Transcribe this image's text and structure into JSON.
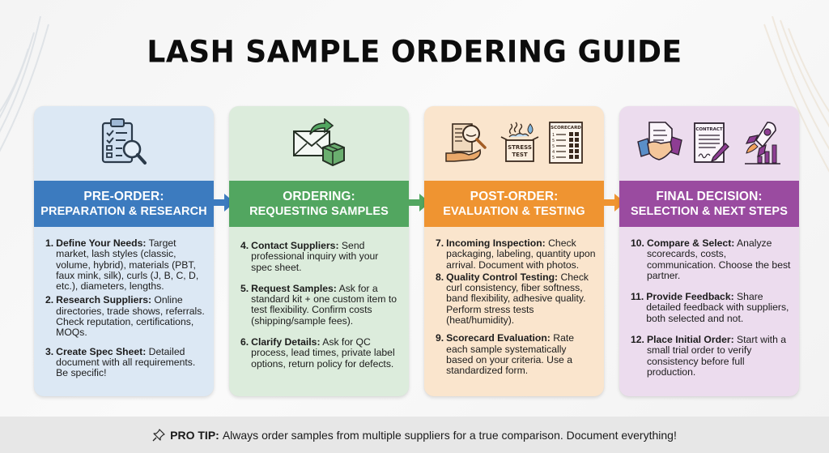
{
  "title": "LASH SAMPLE ORDERING GUIDE",
  "colors": {
    "pre_order": "#3c7bbf",
    "ordering": "#52a660",
    "post_order": "#ef9431",
    "final_decision": "#9a4ba0"
  },
  "stages": [
    {
      "heading_line1": "PRE-ORDER:",
      "heading_line2": "PREPARATION & RESEARCH",
      "icons": [
        "clipboard-checklist-magnifier-icon"
      ],
      "steps": [
        {
          "num": "1.",
          "label": "Define Your Needs:",
          "text": "Target market, lash styles (classic, volume, hybrid), materials (PBT, faux mink, silk), curls (J, B, C, D, etc.), diameters, lengths."
        },
        {
          "num": "2.",
          "label": "Research Suppliers:",
          "text": "Online directories, trade shows, referrals. Check reputation, certifications, MOQs."
        },
        {
          "num": "3.",
          "label": "Create Spec Sheet:",
          "text": "Detailed document with all requirements. Be specific!"
        }
      ]
    },
    {
      "heading_line1": "ORDERING:",
      "heading_line2": "REQUESTING SAMPLES",
      "icons": [
        "envelope-package-send-icon"
      ],
      "steps": [
        {
          "num": "4.",
          "label": "Contact Suppliers:",
          "text": "Send professional inquiry with your spec sheet."
        },
        {
          "num": "5.",
          "label": "Request Samples:",
          "text": "Ask for a standard kit + one custom item to test flexibility. Confirm costs (shipping/sample fees)."
        },
        {
          "num": "6.",
          "label": "Clarify Details:",
          "text": "Ask for QC process, lead times, private label options, return policy for defects."
        }
      ]
    },
    {
      "heading_line1": "POST-ORDER:",
      "heading_line2": "EVALUATION & TESTING",
      "icons": [
        "inspection-magnifier-icon",
        "stress-test-box-icon",
        "scorecard-icon"
      ],
      "icon_labels": {
        "stress_test_line1": "STRESS",
        "stress_test_line2": "TEST",
        "scorecard": "SCORECARD",
        "scorecard_rows": [
          "1",
          "5",
          "5",
          "4",
          "5"
        ]
      },
      "steps": [
        {
          "num": "7.",
          "label": "Incoming Inspection:",
          "text": "Check packaging, labeling, quantity upon arrival. Document with photos."
        },
        {
          "num": "8.",
          "label": "Quality Control Testing:",
          "text": "Check curl consistency, fiber softness, band flexibility, adhesive quality. Perform stress tests (heat/humidity)."
        },
        {
          "num": "9.",
          "label": "Scorecard Evaluation:",
          "text": "Rate each sample systematically based on your criteria. Use a standardized form."
        }
      ]
    },
    {
      "heading_line1": "FINAL DECISION:",
      "heading_line2": "SELECTION & NEXT STEPS",
      "icons": [
        "handshake-document-icon",
        "contract-signing-icon",
        "rocket-growth-icon"
      ],
      "icon_labels": {
        "contract": "CONTRACT"
      },
      "steps": [
        {
          "num": "10.",
          "label": "Compare & Select:",
          "text": "Analyze scorecards, costs, communication. Choose the best partner."
        },
        {
          "num": "11.",
          "label": "Provide Feedback:",
          "text": "Share detailed feedback with suppliers, both selected and not."
        },
        {
          "num": "12.",
          "label": "Place Initial Order:",
          "text": "Start with a small trial order to verify consistency before full production."
        }
      ]
    }
  ],
  "footer": {
    "icon": "pushpin-icon",
    "label": "PRO TIP:",
    "text": "Always order samples from multiple suppliers for a true comparison. Document everything!"
  }
}
